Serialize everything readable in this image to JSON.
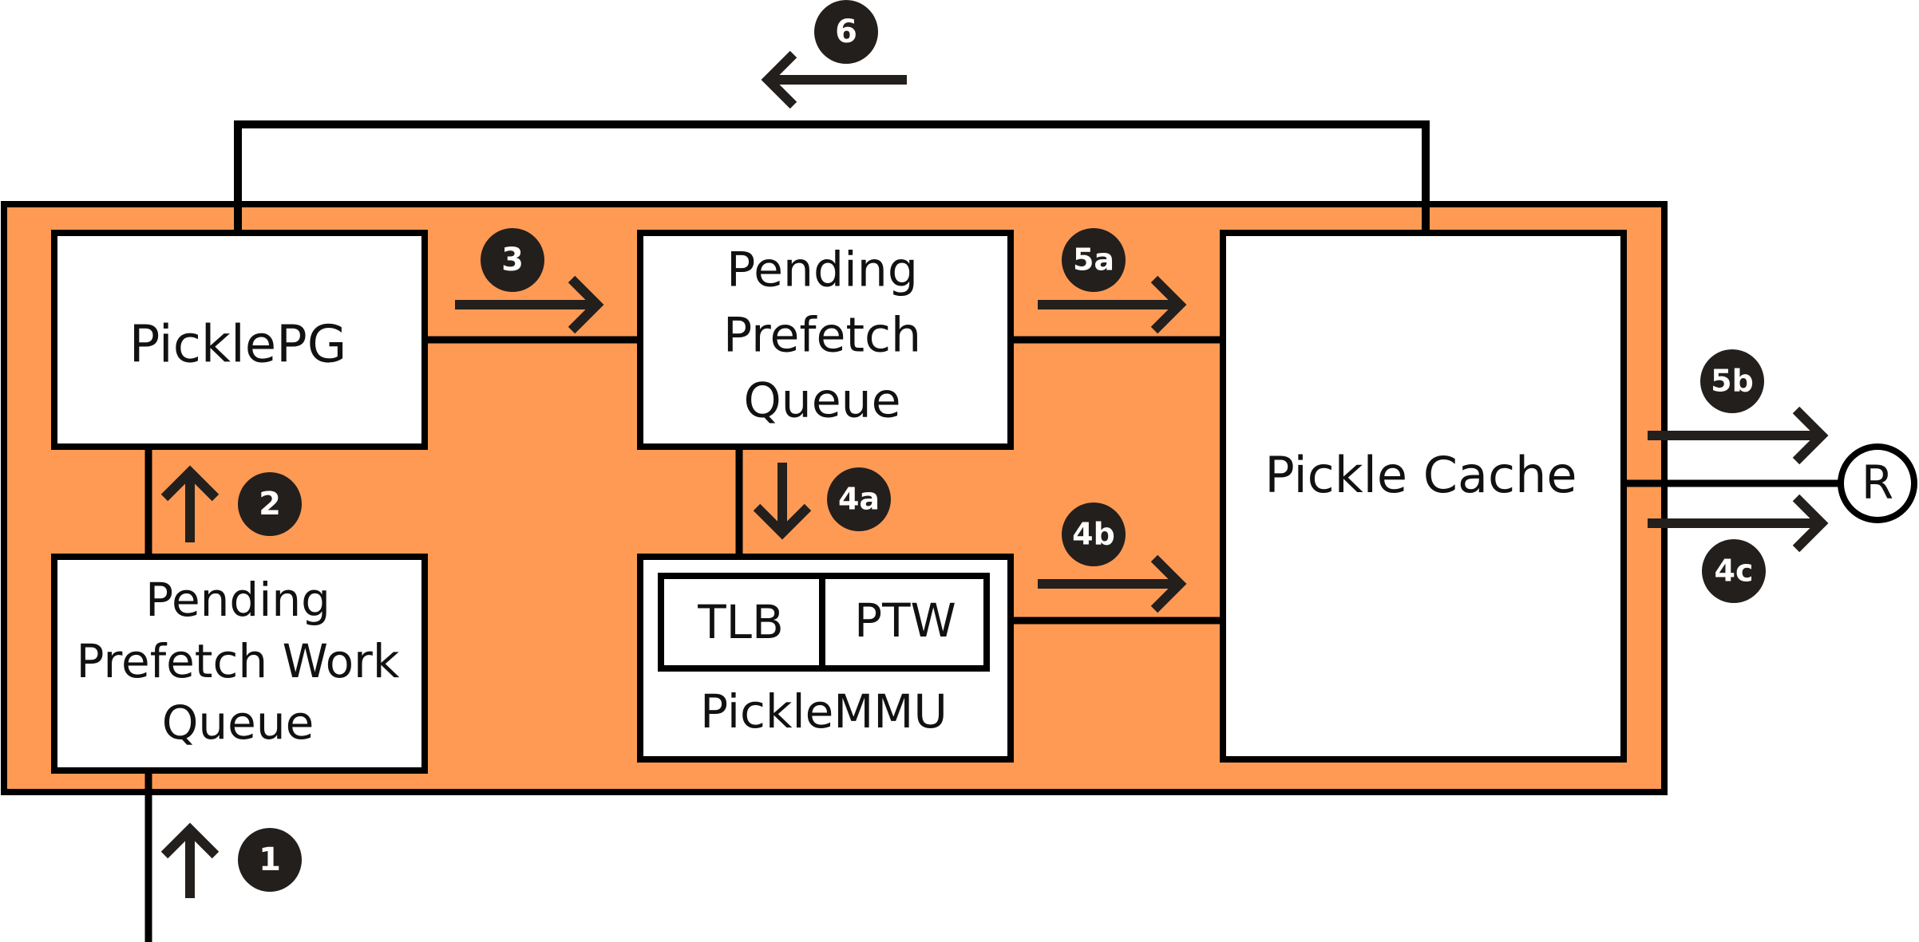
{
  "colors": {
    "container_fill": "#FF9A55",
    "stroke": "#000000",
    "box_fill": "#FFFFFF",
    "badge_fill": "#231F1C",
    "arrow": "#231F1C"
  },
  "blocks": {
    "picklepg": {
      "label": "PicklePG"
    },
    "pending_prefetch_queue": {
      "lines": [
        "Pending",
        "Prefetch",
        "Queue"
      ]
    },
    "pending_prefetch_work_queue": {
      "lines": [
        "Pending",
        "Prefetch Work",
        "Queue"
      ]
    },
    "picklemmu": {
      "label": "PickleMMU",
      "tlb": "TLB",
      "ptw": "PTW"
    },
    "pickle_cache": {
      "label": "Pickle Cache"
    },
    "r_node": {
      "label": "R"
    }
  },
  "steps": [
    "1",
    "2",
    "3",
    "4a",
    "4b",
    "4c",
    "5a",
    "5b",
    "6"
  ]
}
